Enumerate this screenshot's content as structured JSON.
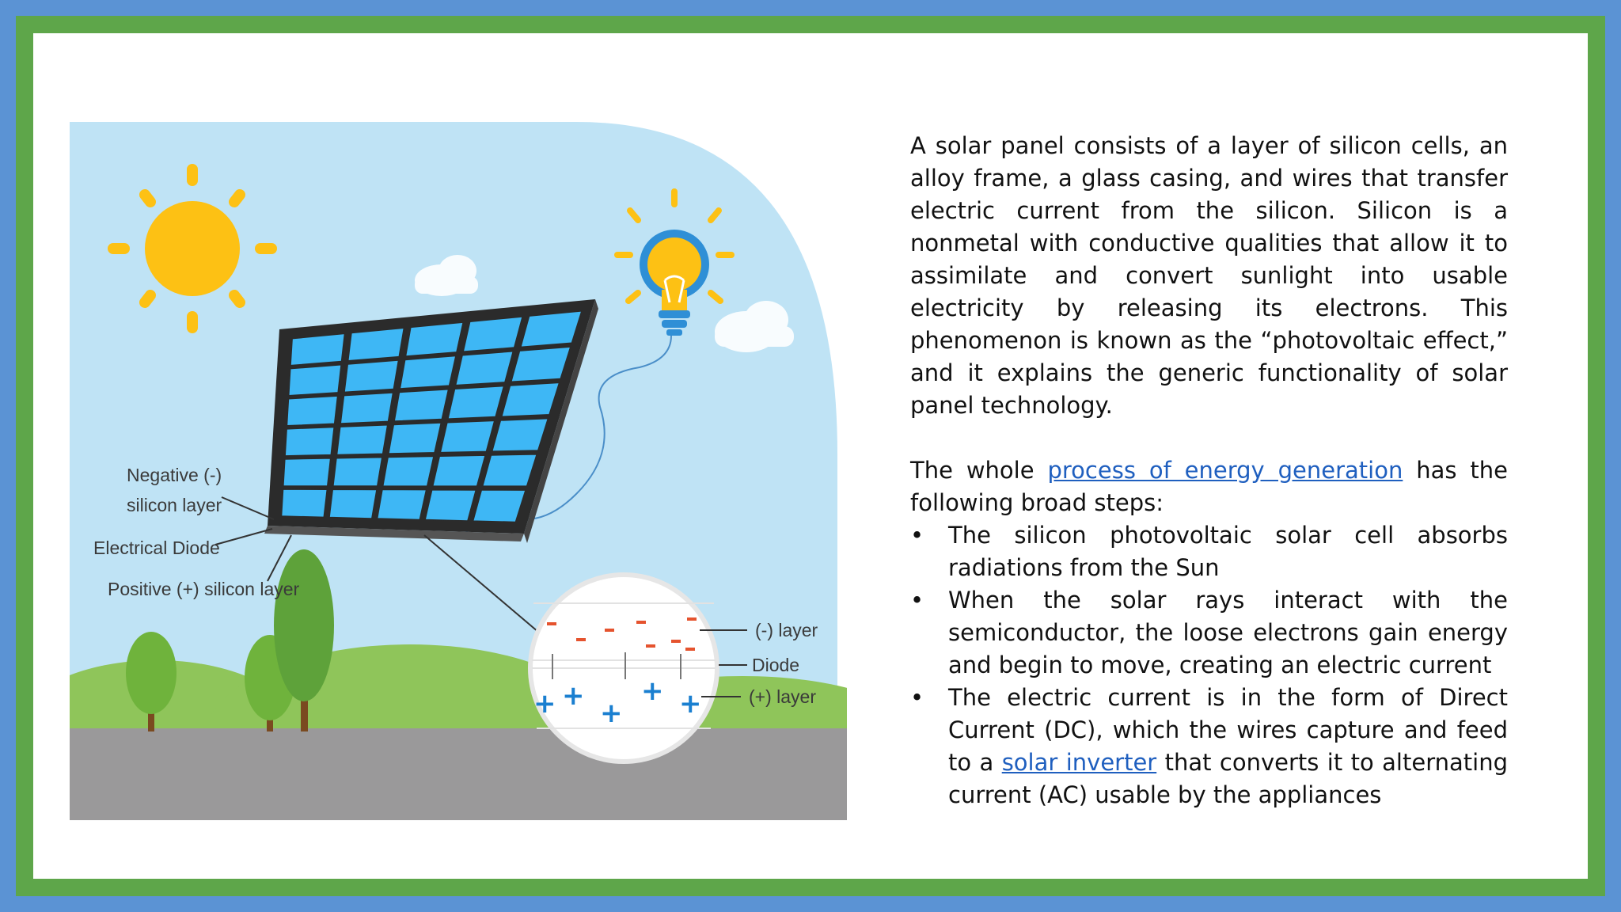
{
  "colors": {
    "outer_border": "#5b93d4",
    "inner_border": "#5ea64a",
    "link": "#1f5fbf",
    "sky": "#bfe3f5",
    "sun": "#fdc114",
    "panel_cell": "#3eb7f5",
    "ground": "#9a999a"
  },
  "icons": [
    "sun-icon",
    "light-bulb-icon",
    "cloud-icon",
    "tree-icon",
    "solar-panel"
  ],
  "illustration": {
    "labels": {
      "negative_layer_line1": "Negative (-)",
      "negative_layer_line2": "silicon layer",
      "electrical_diode": "Electrical Diode",
      "positive_layer": "Positive (+) silicon layer",
      "minus_layer": "(-) layer",
      "diode": "Diode",
      "plus_layer": "(+) layer"
    }
  },
  "text": {
    "intro": "A solar panel consists of a layer of silicon cells, an alloy frame, a glass casing, and wires that transfer electric current from the silicon. Silicon is a nonmetal with conductive qualities that allow it to assimilate and convert sunlight into usable electricity by releasing its electrons. This phenomenon is known as the “photovoltaic effect,” and it explains the generic functionality of solar panel technology.",
    "process_before": "The whole ",
    "process_link": "process of energy generation",
    "process_after": " has the following broad steps:",
    "bullet_char": "•",
    "step1": "The silicon photovoltaic solar cell absorbs radiations from the Sun",
    "step2": "When the solar rays interact with the semiconductor, the loose electrons gain energy and begin to move, creating an electric current",
    "step3_before": "The electric current is in the form of Direct Current (DC), which the wires capture and feed to a ",
    "step3_link": "solar inverter",
    "step3_after": " that converts it to alternating current (AC) usable by the appliances"
  }
}
